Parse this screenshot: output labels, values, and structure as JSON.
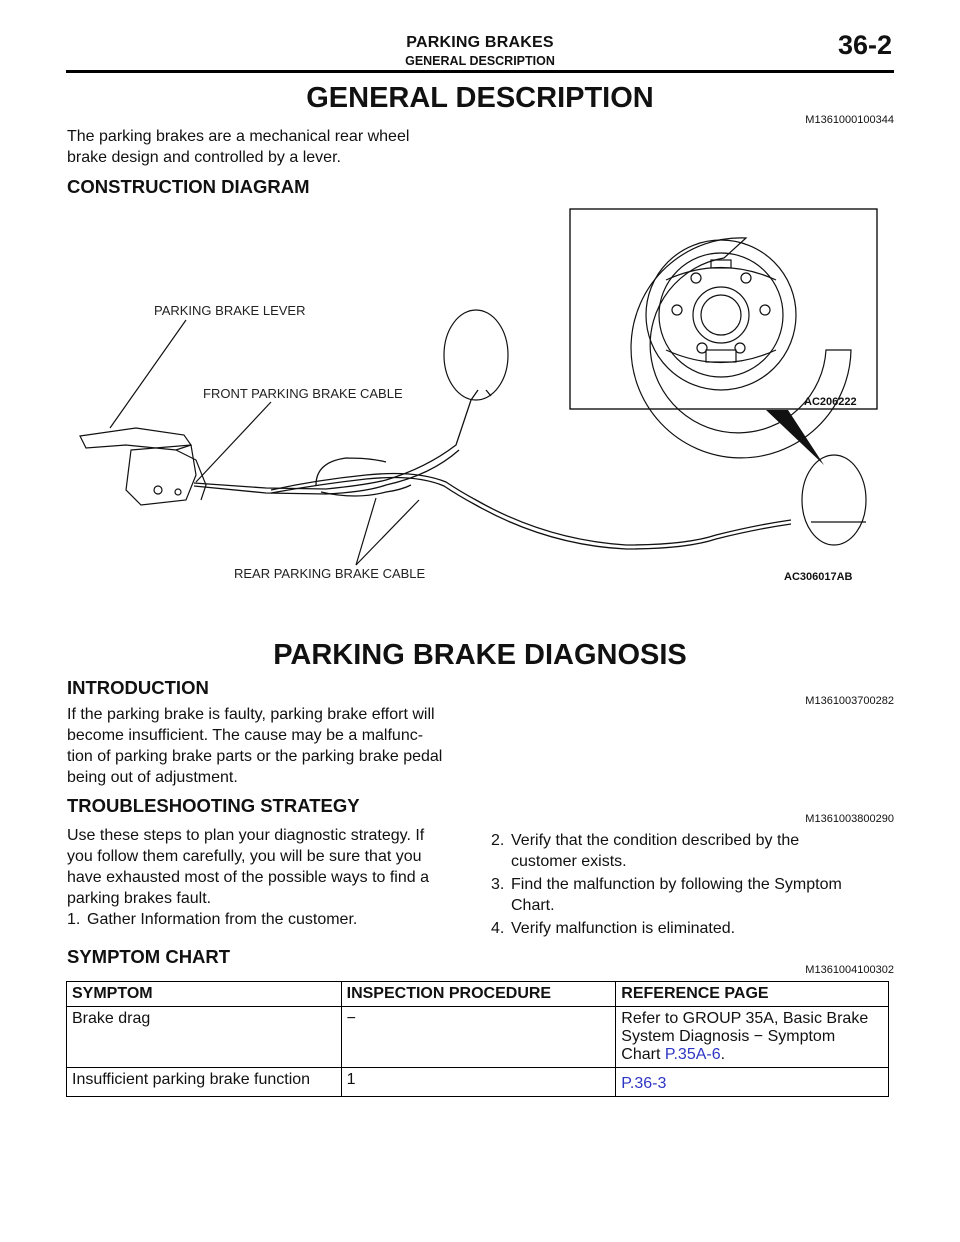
{
  "header": {
    "section": "PARKING BRAKES",
    "subsection": "GENERAL DESCRIPTION",
    "page_number": "36-2"
  },
  "general_description": {
    "title": "GENERAL DESCRIPTION",
    "code": "M1361000100344",
    "body_line1": "The parking brakes are a mechanical rear wheel",
    "body_line2": "brake design and controlled by a lever.",
    "construction_heading": "CONSTRUCTION DIAGRAM"
  },
  "diagram": {
    "label_lever": "PARKING BRAKE LEVER",
    "label_front_cable": "FRONT PARKING BRAKE CABLE",
    "label_rear_cable": "REAR PARKING BRAKE CABLE",
    "inset_code": "AC206222",
    "figure_code": "AC306017AB"
  },
  "diagnosis": {
    "title": "PARKING BRAKE DIAGNOSIS",
    "intro_heading": "INTRODUCTION",
    "intro_code": "M1361003700282",
    "intro_lines": [
      "If the parking brake is faulty, parking brake effort will",
      "become insufficient. The cause may be a malfunc-",
      "tion of parking brake parts or the parking brake pedal",
      "being out of adjustment."
    ],
    "strategy_heading": "TROUBLESHOOTING STRATEGY",
    "strategy_code": "M1361003800290",
    "strategy_lines": [
      "Use these steps to plan your diagnostic strategy. If",
      "you follow them carefully, you will be sure that you",
      "have exhausted most of the possible ways to find a",
      "parking brakes fault."
    ],
    "steps": [
      {
        "num": "1.",
        "line1": "Gather Information from the customer.",
        "line2": ""
      },
      {
        "num": "2.",
        "line1": "Verify that the condition described by the",
        "line2": "customer exists."
      },
      {
        "num": "3.",
        "line1": "Find the malfunction by following the Symptom",
        "line2": "Chart."
      },
      {
        "num": "4.",
        "line1": "Verify malfunction is eliminated.",
        "line2": ""
      }
    ]
  },
  "symptom_chart": {
    "heading": "SYMPTOM CHART",
    "code": "M1361004100302",
    "columns": [
      "SYMPTOM",
      "INSPECTION PROCEDURE",
      "REFERENCE PAGE"
    ],
    "rows": [
      {
        "symptom": "Brake drag",
        "procedure": "−",
        "ref_line1": "Refer to GROUP 35A, Basic Brake",
        "ref_line2": "System Diagnosis − Symptom",
        "ref_line3_prefix": "Chart ",
        "ref_link": "P.35A-6",
        "ref_suffix": "."
      },
      {
        "symptom": "Insufficient parking brake function",
        "procedure": "1",
        "ref_link": "P.36-3"
      }
    ]
  },
  "colors": {
    "link": "#2d35c4",
    "text": "#111111"
  }
}
